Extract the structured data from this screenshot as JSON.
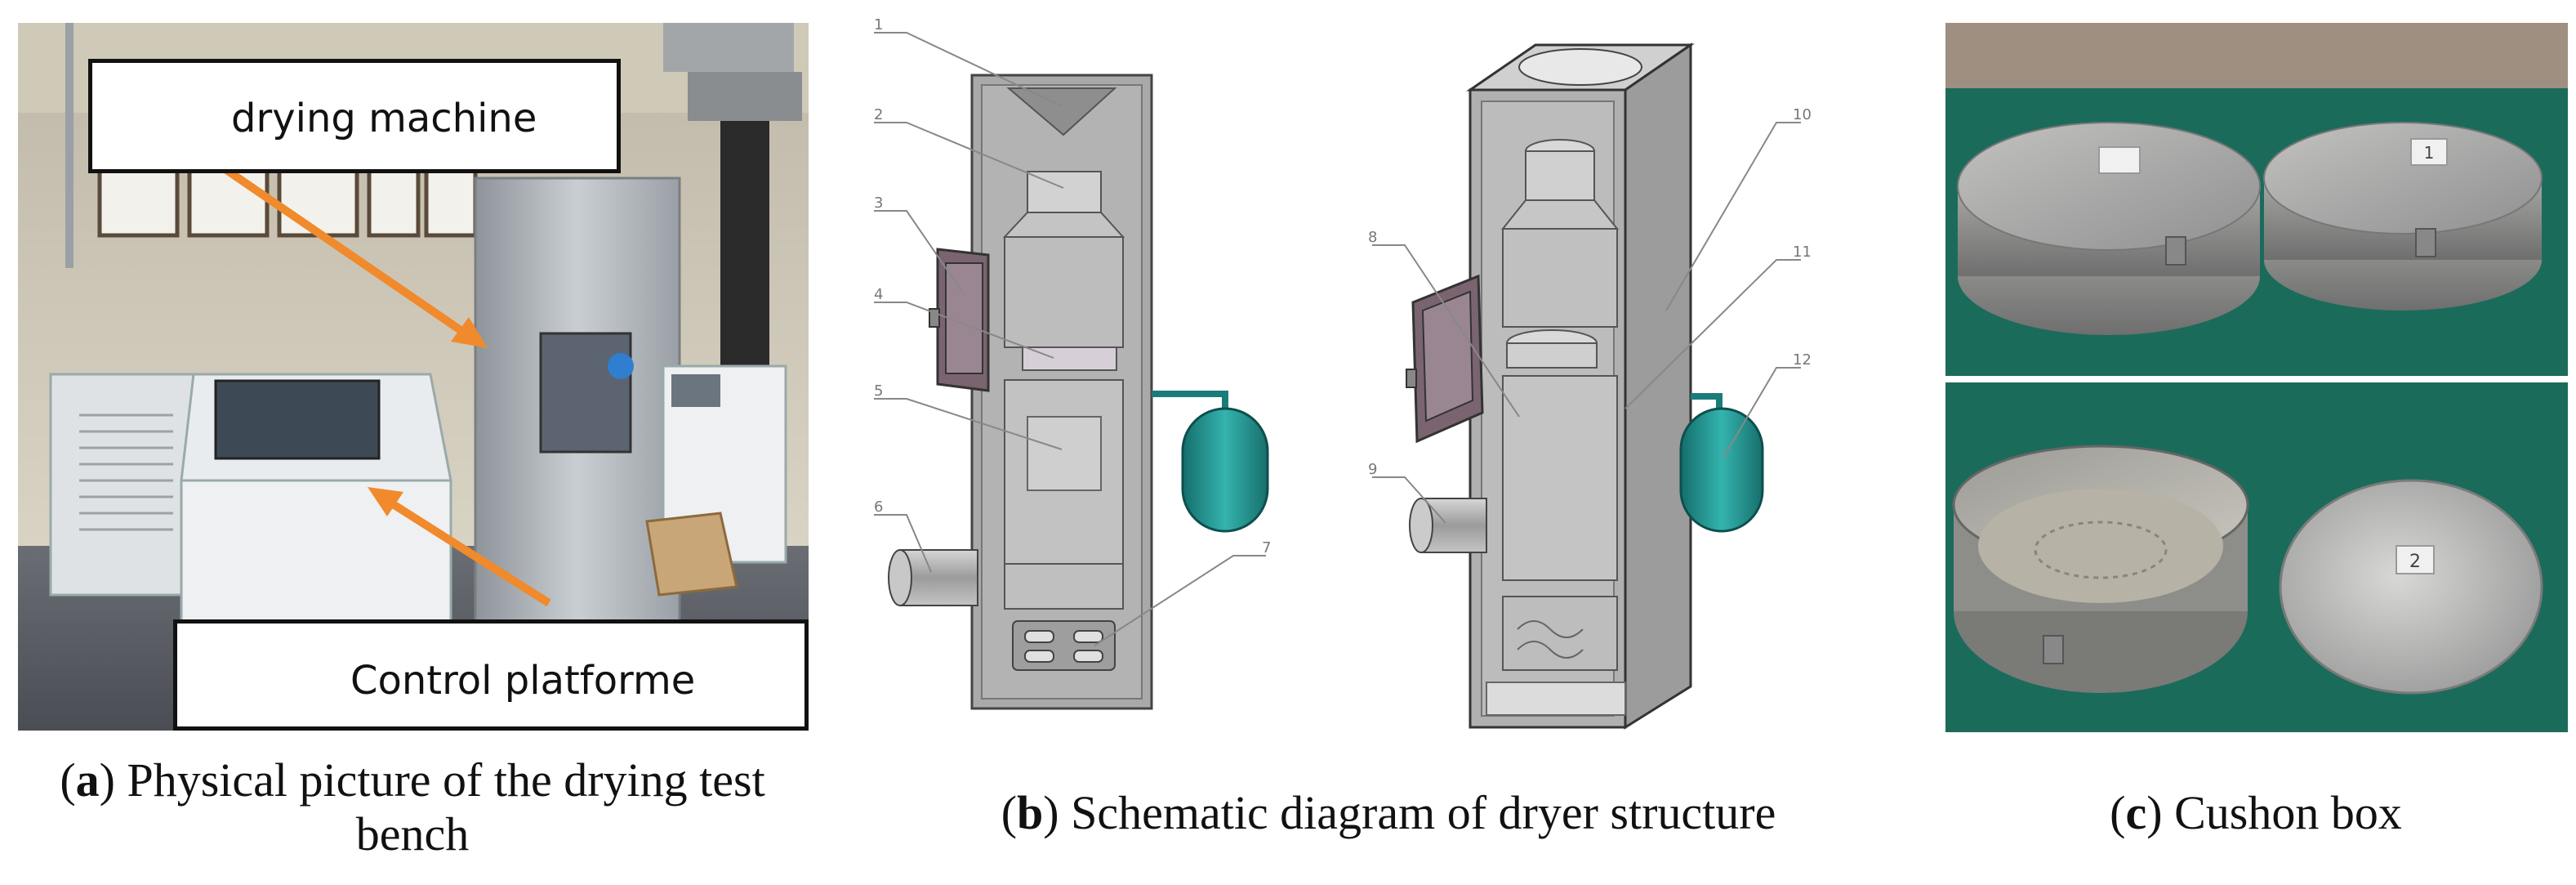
{
  "panel_a": {
    "callout_top": "drying machine",
    "callout_bottom": "Control platforme",
    "caption_letter": "a",
    "caption_rest": " Physical picture of the drying test bench"
  },
  "panel_b": {
    "caption_letter": "b",
    "caption_rest": " Schematic diagram of dryer structure",
    "part_numbers": [
      "1",
      "2",
      "3",
      "4",
      "5",
      "6",
      "7",
      "8",
      "9",
      "10",
      "11",
      "12"
    ]
  },
  "panel_c": {
    "caption_letter": "c",
    "caption_rest": " Cushon box",
    "box_labels": [
      "1",
      "2"
    ]
  },
  "colors": {
    "arrow": "#f08a2c",
    "dryer_body": "#a9a9a9",
    "door": "#7a6470",
    "tank": "#1f8f8c",
    "tablecloth": "#1b6b5b"
  }
}
